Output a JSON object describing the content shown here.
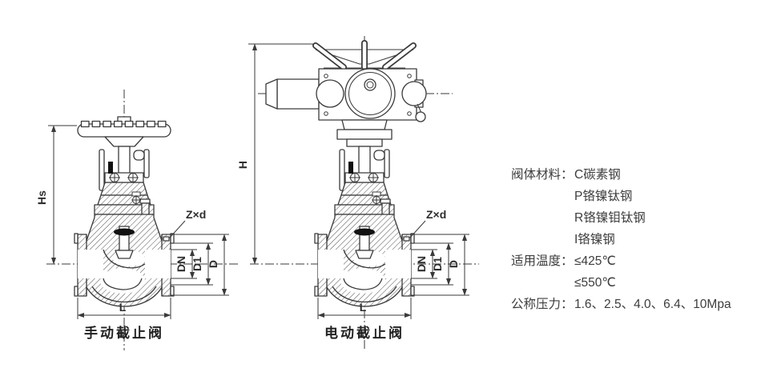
{
  "diagram": {
    "left_valve": {
      "caption": "手动截止阀",
      "dim_height": "Hs",
      "dim_length": "L",
      "dim_bore": "DN",
      "dim_raised_face": "D1",
      "dim_flange_od": "D",
      "dim_bolt_holes": "Z×d"
    },
    "right_valve": {
      "caption": "电动截止阀",
      "dim_height": "H",
      "dim_length": "L",
      "dim_bore": "DN",
      "dim_raised_face": "D1",
      "dim_flange_od": "D",
      "dim_bolt_holes": "Z×d"
    }
  },
  "specs": {
    "material_label": "阀体材料：",
    "materials": [
      "C碳素钢",
      "P铬镍钛钢",
      "R铬镍钼钛钢",
      "I铬镍钢"
    ],
    "temperature_label": "适用温度：",
    "temperatures": [
      "≤425℃",
      "≤550℃"
    ],
    "pressure_label": "公称压力：",
    "pressure_values": "1.6、2.5、4.0、6.4、10Mpa"
  },
  "colors": {
    "line": "#3a3a3a",
    "background": "#ffffff"
  }
}
